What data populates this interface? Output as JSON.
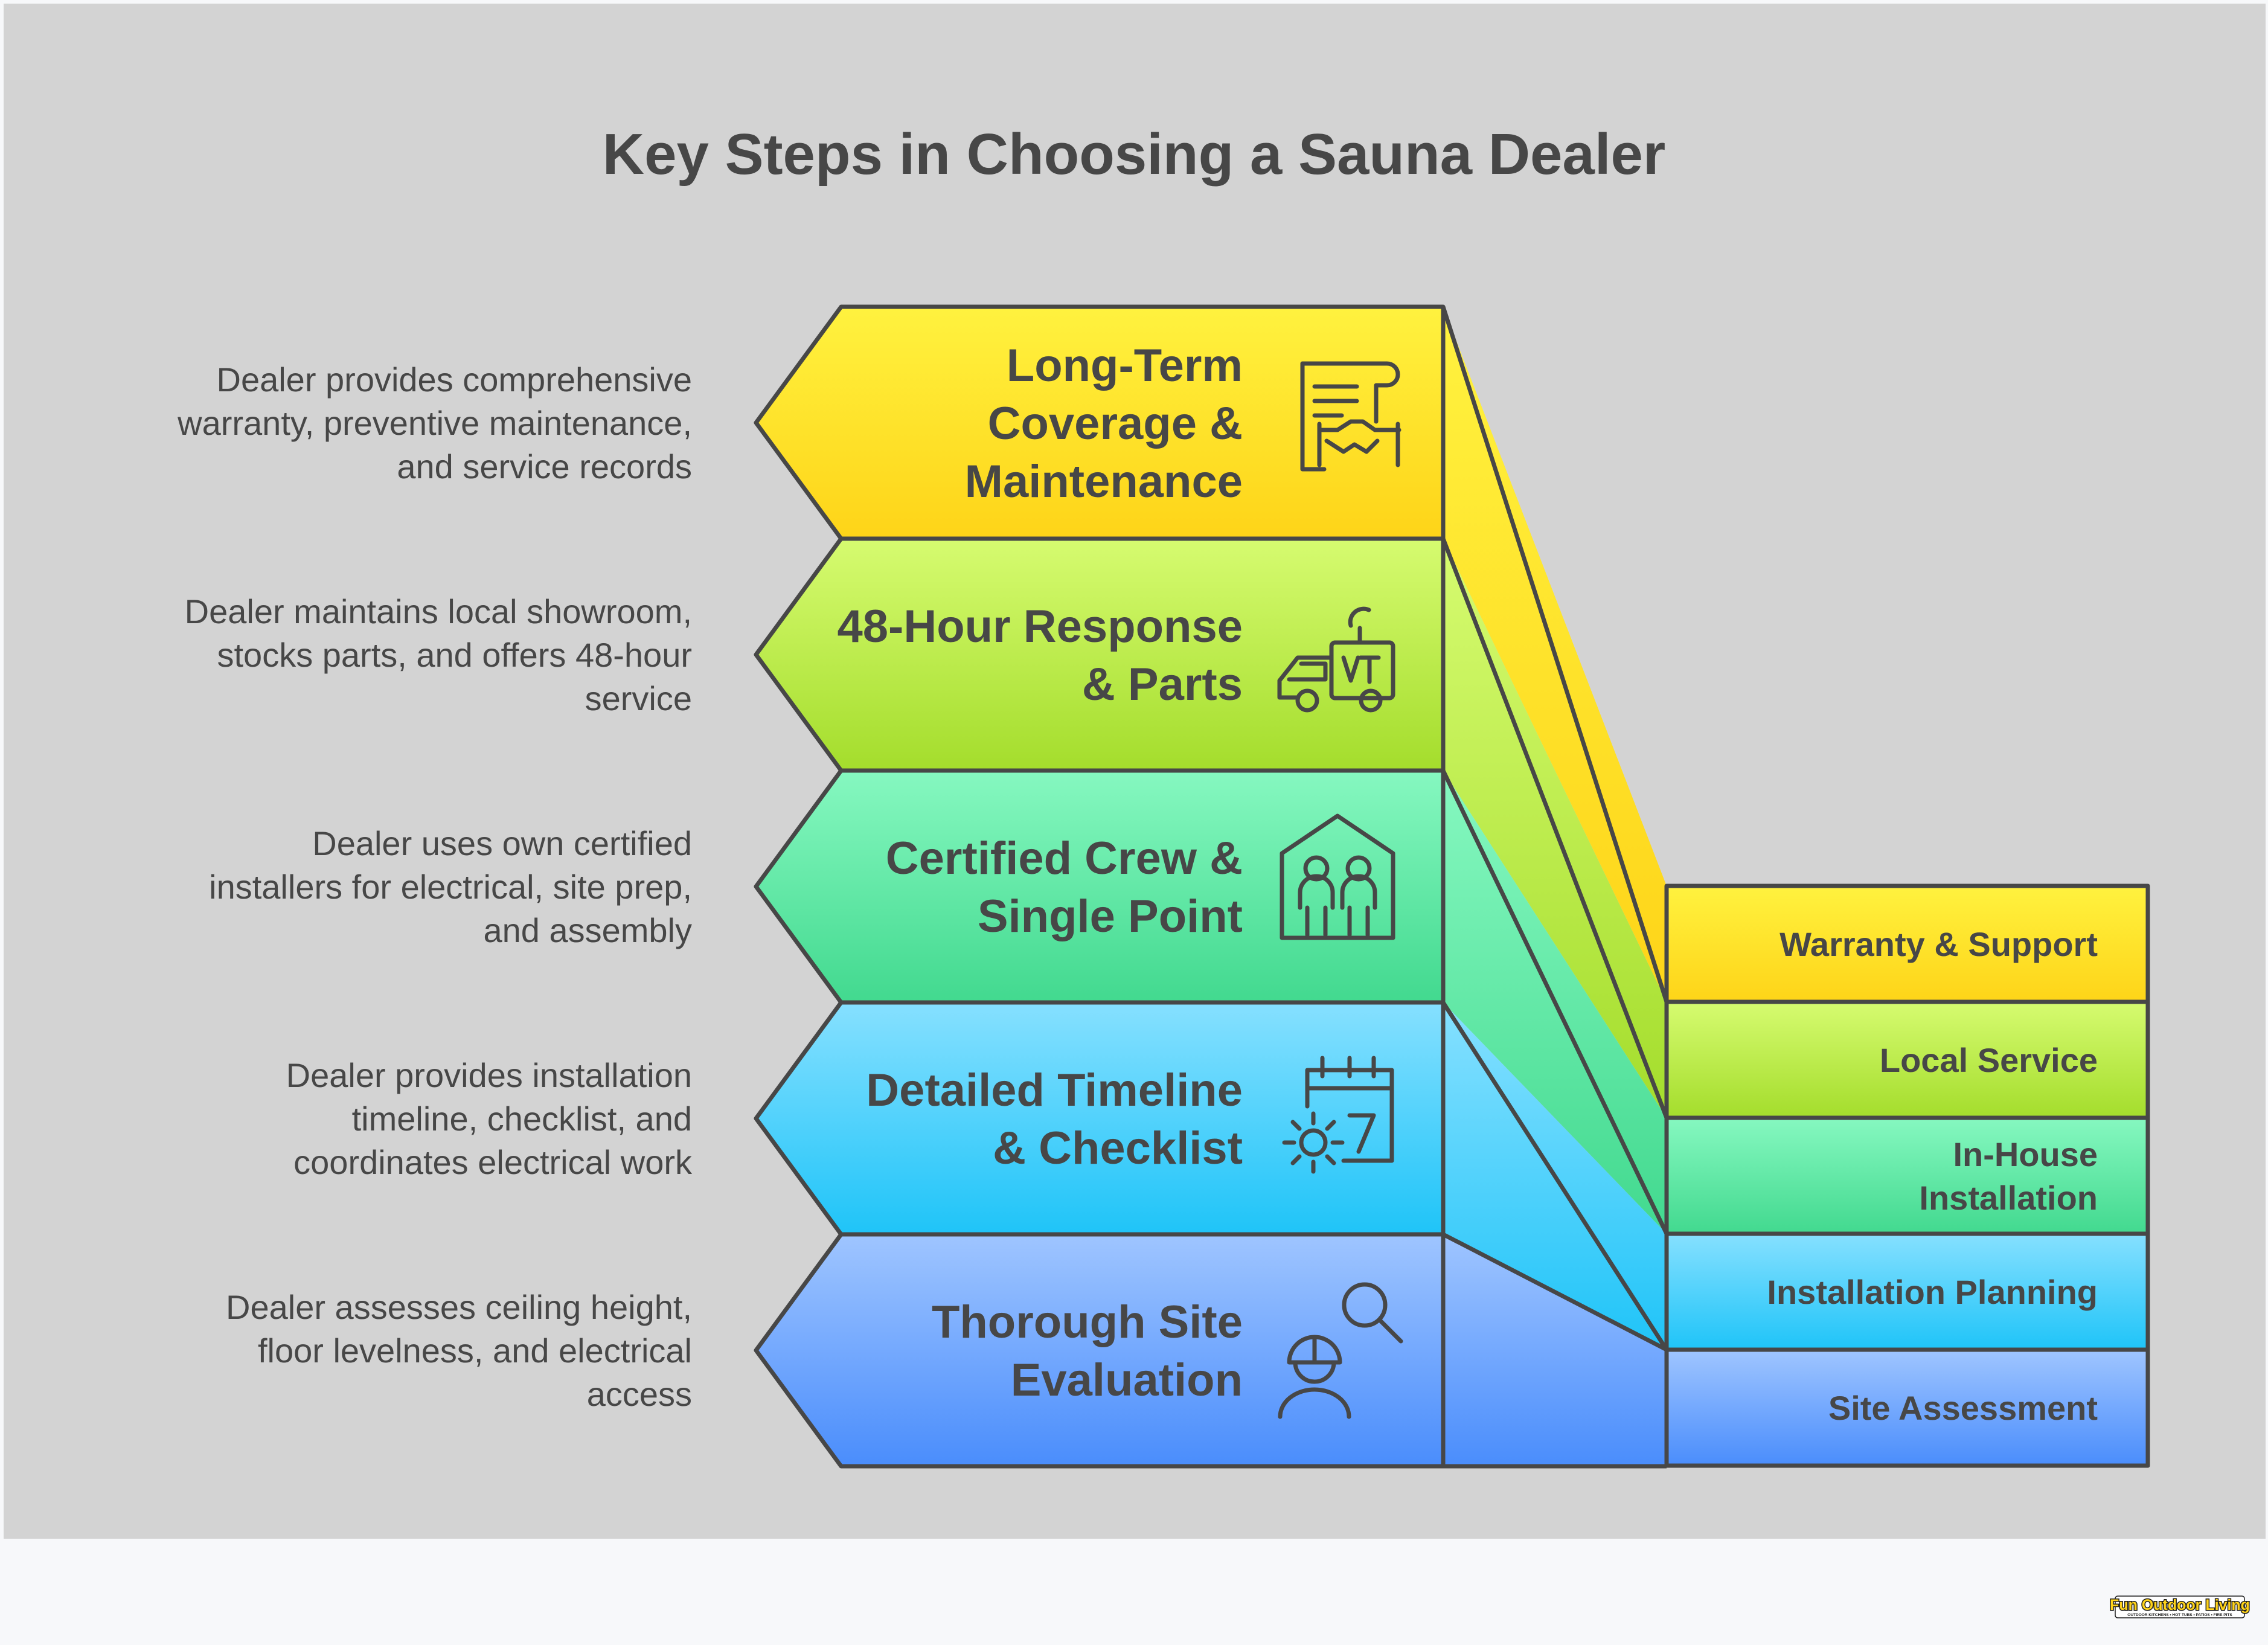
{
  "title": "Key Steps in Choosing a Sauna Dealer",
  "steps": [
    {
      "label": [
        "Long-Term",
        "Coverage &",
        "Maintenance"
      ],
      "description": [
        "Dealer provides comprehensive",
        "warranty, preventive maintenance,",
        "and service records"
      ],
      "side_label": [
        "Warranty & Support"
      ],
      "icon": "contract-handshake-icon",
      "color_top": "#fff23f",
      "color_bottom": "#fed418"
    },
    {
      "label": [
        "48-Hour Response",
        "& Parts"
      ],
      "description": [
        "Dealer maintains local showroom,",
        "stocks parts, and offers 48-hour",
        "service"
      ],
      "side_label": [
        "Local Service"
      ],
      "icon": "service-van-icon",
      "color_top": "#d6fb70",
      "color_bottom": "#a4dd2c"
    },
    {
      "label": [
        "Certified Crew &",
        "Single Point"
      ],
      "description": [
        "Dealer uses own certified",
        "installers for electrical, site prep,",
        "and assembly"
      ],
      "side_label": [
        "In-House",
        "Installation"
      ],
      "icon": "crew-house-icon",
      "color_top": "#86f8c0",
      "color_bottom": "#42d98f"
    },
    {
      "label": [
        "Detailed Timeline",
        "& Checklist"
      ],
      "description": [
        "Dealer provides installation",
        "timeline, checklist, and",
        "coordinates electrical work"
      ],
      "side_label": [
        "Installation Planning"
      ],
      "icon": "calendar-gear-icon",
      "color_top": "#86e0ff",
      "color_bottom": "#1fc4f8"
    },
    {
      "label": [
        "Thorough Site",
        "Evaluation"
      ],
      "description": [
        "Dealer assesses ceiling height,",
        "floor levelness, and electrical",
        "access"
      ],
      "side_label": [
        "Site Assessment"
      ],
      "icon": "worker-search-icon",
      "color_top": "#9fc5ff",
      "color_bottom": "#4a8dfc"
    }
  ],
  "logo": {
    "name": "Fun Outdoor Living",
    "tagline": "OUTDOOR KITCHENS • HOT TUBS • PATIOS • FIRE PITS"
  },
  "colors": {
    "background": "#d3d3d3",
    "outline": "#474747",
    "text": "#474747",
    "footer": "#f7f8fa"
  }
}
